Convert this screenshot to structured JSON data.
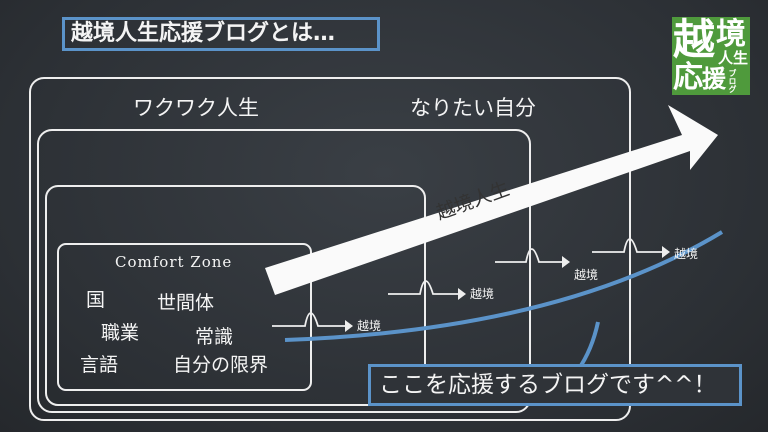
{
  "title": "越境人生応援ブログとは…",
  "logo": {
    "line1_big": "越",
    "line1_small": "境",
    "line2_small": "人生",
    "line3_big": "応",
    "line3_mid": "援",
    "line3_small": "ブログ"
  },
  "zones": {
    "outer": "なりたい自分",
    "second": "ワクワク人生",
    "comfort": "Comfort Zone"
  },
  "comfort_items": [
    "国",
    "世間体",
    "職業",
    "常識",
    "言語",
    "自分の限界"
  ],
  "arrow_label": "越境人生",
  "hurdle_label": "越境",
  "callout": "ここを応援するブログです^^！",
  "colors": {
    "board": "#2f3338",
    "accent": "#5b93c9",
    "logo": "#4f9a3c",
    "chalk": "#f4f4f4"
  }
}
